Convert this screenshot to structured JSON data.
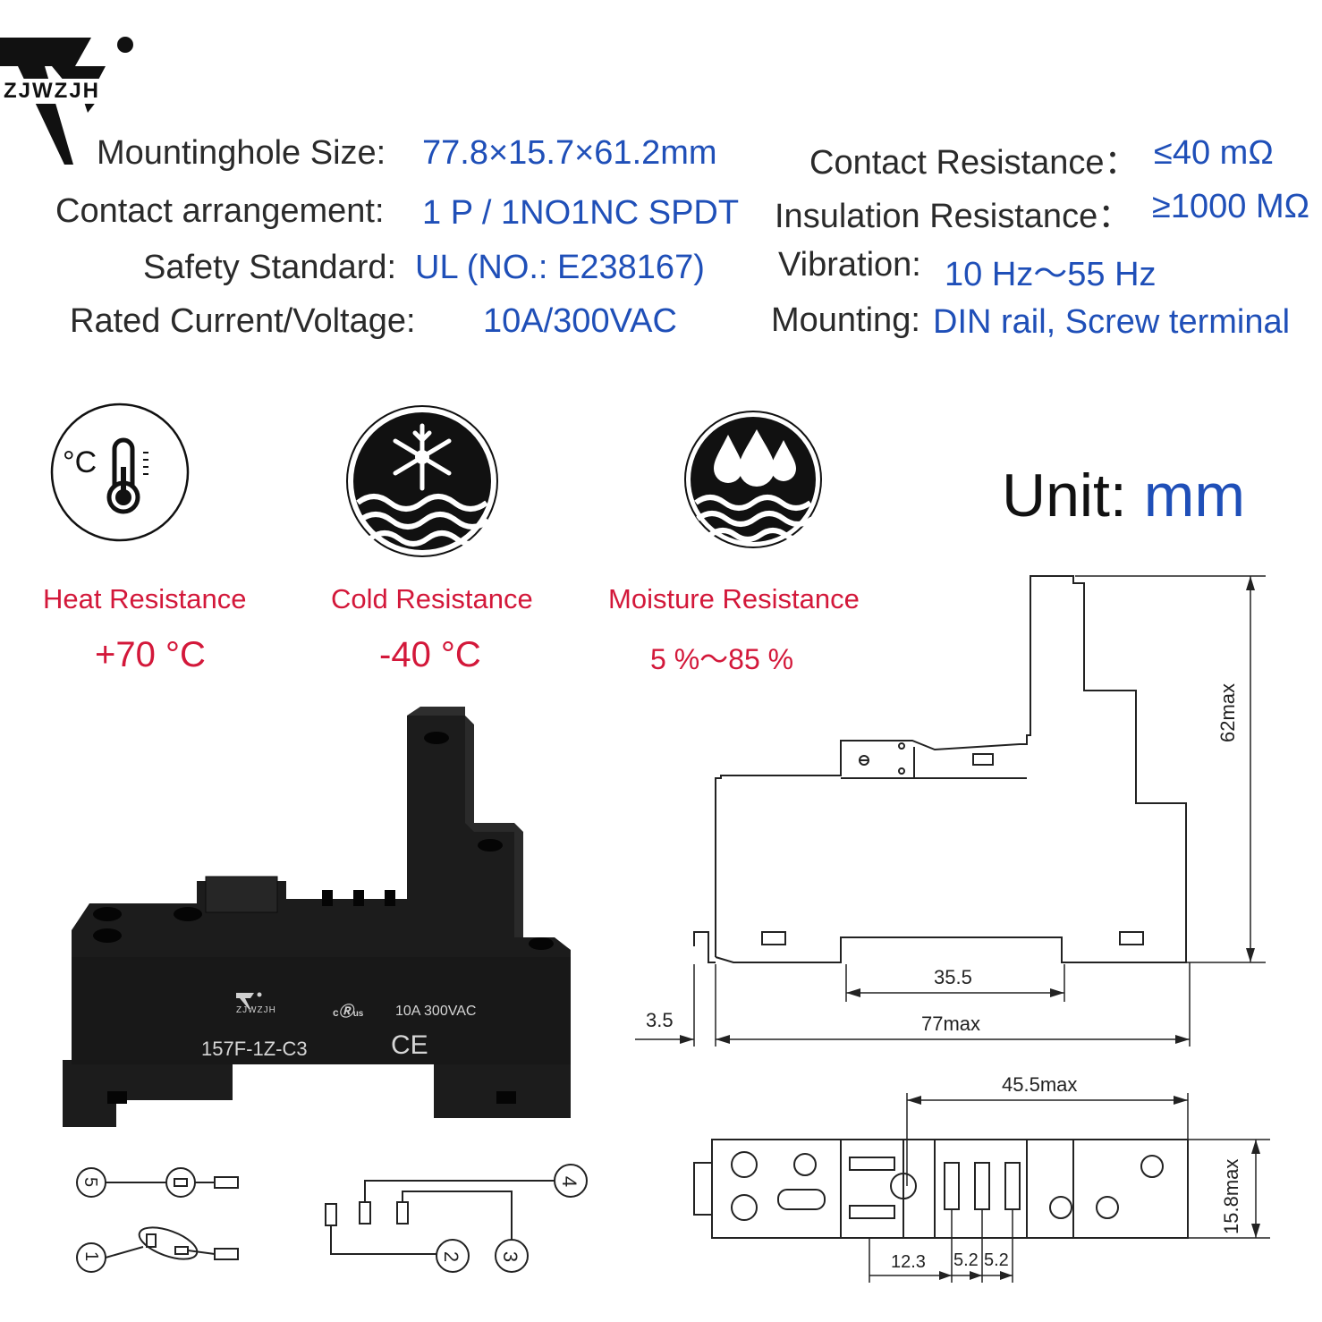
{
  "brand": {
    "name": "ZJWZJH"
  },
  "specs_left": [
    {
      "label": "Mountinghole  Size:",
      "value": "77.8×15.7×61.2mm"
    },
    {
      "label": "Contact  arrangement:",
      "value": "1 P / 1NO1NC SPDT"
    },
    {
      "label": "Safety Standard:",
      "value": "UL (NO.:  E238167)"
    },
    {
      "label": "Rated Current/Voltage:",
      "value": "10A/300VAC"
    }
  ],
  "specs_right": [
    {
      "label": "Contact Resistance：",
      "value": "≤40 mΩ"
    },
    {
      "label": "Insulation Resistance：",
      "value": "≥1000 MΩ"
    },
    {
      "label": "Vibration:",
      "value": "10 Hz～55 Hz"
    },
    {
      "label": "Mounting:",
      "value": "DIN rail, Screw terminal"
    }
  ],
  "features": [
    {
      "icon": "thermometer-icon",
      "title": "Heat Resistance",
      "value": "+70 °C"
    },
    {
      "icon": "snowflake-icon",
      "title": "Cold Resistance",
      "value": "-40 °C"
    },
    {
      "icon": "water-drops-icon",
      "title": "Moisture Resistance",
      "value": "5 %～85 %"
    }
  ],
  "unit": {
    "label": "Unit:",
    "value": "mm"
  },
  "product": {
    "brand": "ZJWZJH",
    "model": "157F-1Z-C3",
    "rating": "10A 300VAC",
    "cert_ul": "c",
    "cert_ul_us": "us",
    "cert_ce": "CE"
  },
  "dimensions": {
    "height": "62max",
    "din_width": "35.5",
    "offset": "3.5",
    "length": "77max",
    "top_width": "45.5max",
    "depth": "15.8max",
    "pitch_a": "12.3",
    "pitch_b": "5.2",
    "pitch_c": "5.2"
  },
  "pins": [
    "5",
    "1",
    "4",
    "2",
    "3"
  ],
  "colors": {
    "accent": "#1f4fb8",
    "warning": "#d3183a",
    "body": "#1c1c1c"
  }
}
